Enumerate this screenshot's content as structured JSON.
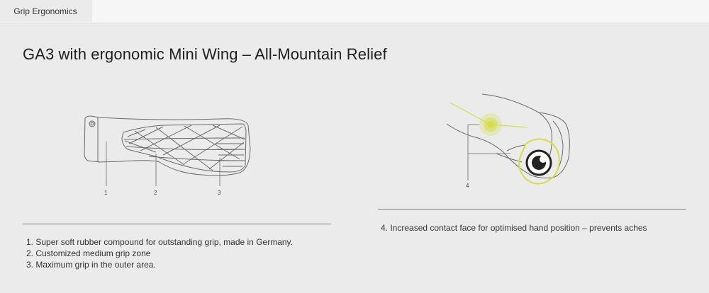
{
  "tabs": [
    {
      "label": "Grip Ergonomics"
    }
  ],
  "page": {
    "title": "GA3 with ergonomic Mini Wing – All-Mountain Relief"
  },
  "left_figure": {
    "callouts": [
      "1",
      "2",
      "3"
    ],
    "features": [
      "1. Super soft rubber compound for outstanding grip, made in Germany.",
      "2. Customized medium grip zone",
      "3. Maximum grip in the outer area."
    ]
  },
  "right_figure": {
    "callouts": [
      "4"
    ],
    "features": [
      "4. Increased contact face for optimised hand position – prevents aches"
    ]
  },
  "colors": {
    "accent": "#d4dd4a",
    "line": "#6a6a6a",
    "background": "#ebebeb"
  }
}
